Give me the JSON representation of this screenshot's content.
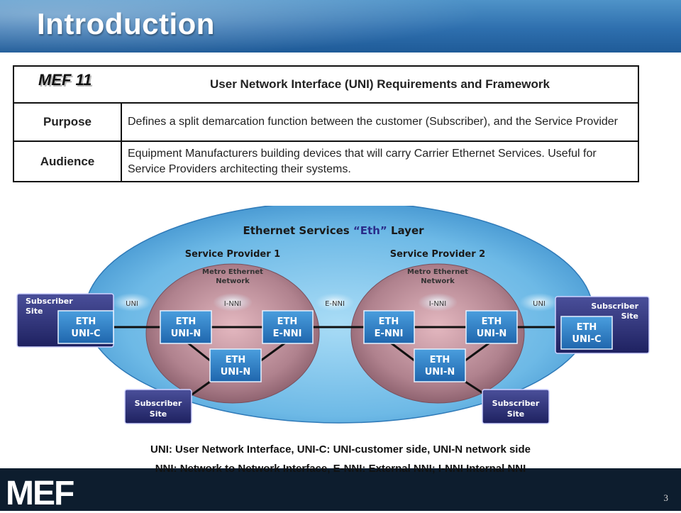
{
  "header": {
    "title": "Introduction"
  },
  "spec_table": {
    "header": {
      "label": "MEF 11",
      "text": "User Network Interface (UNI) Requirements and Framework"
    },
    "rows": [
      {
        "label": "Purpose",
        "text": "Defines a split demarcation function between the customer (Subscriber), and the Service Provider"
      },
      {
        "label": "Audience",
        "text": "Equipment Manufacturers building devices that will carry Carrier Ethernet Services. Useful for Service Providers architecting their systems."
      }
    ]
  },
  "diagram": {
    "layer_title_prefix": "Ethernet Services ",
    "layer_title_quoted": "“Eth”",
    "layer_title_suffix": " Layer",
    "provider1": "Service Provider 1",
    "provider2": "Service Provider 2",
    "metro_label_line1": "Metro Ethernet",
    "metro_label_line2": "Network",
    "links": {
      "uni_left": "UNI",
      "inni_left": "I-NNI",
      "enni": "E-NNI",
      "inni_right": "I-NNI",
      "uni_right": "UNI"
    },
    "subscriber_line1": "Subscriber",
    "subscriber_line2": "Site",
    "eth": "ETH",
    "nodes": {
      "uni_c": "UNI-C",
      "uni_n": "UNI-N",
      "e_nni": "E-NNI"
    }
  },
  "captions": {
    "line1": "UNI: User Network Interface, UNI-C: UNI-customer side, UNI-N network side",
    "line2": "NNI: Network to Network Interface, E-NNI: External NNI; I-NNI Internal NNI"
  },
  "footer": {
    "logo": "MEF",
    "page": "3"
  },
  "colors": {
    "header_blue": "#2e6fae",
    "ellipse_blue": "#7fc3ea",
    "node_blue": "#2f7fc4",
    "subscriber_purple": "#2a2d6e",
    "footer_dark": "#0d1d2e"
  }
}
